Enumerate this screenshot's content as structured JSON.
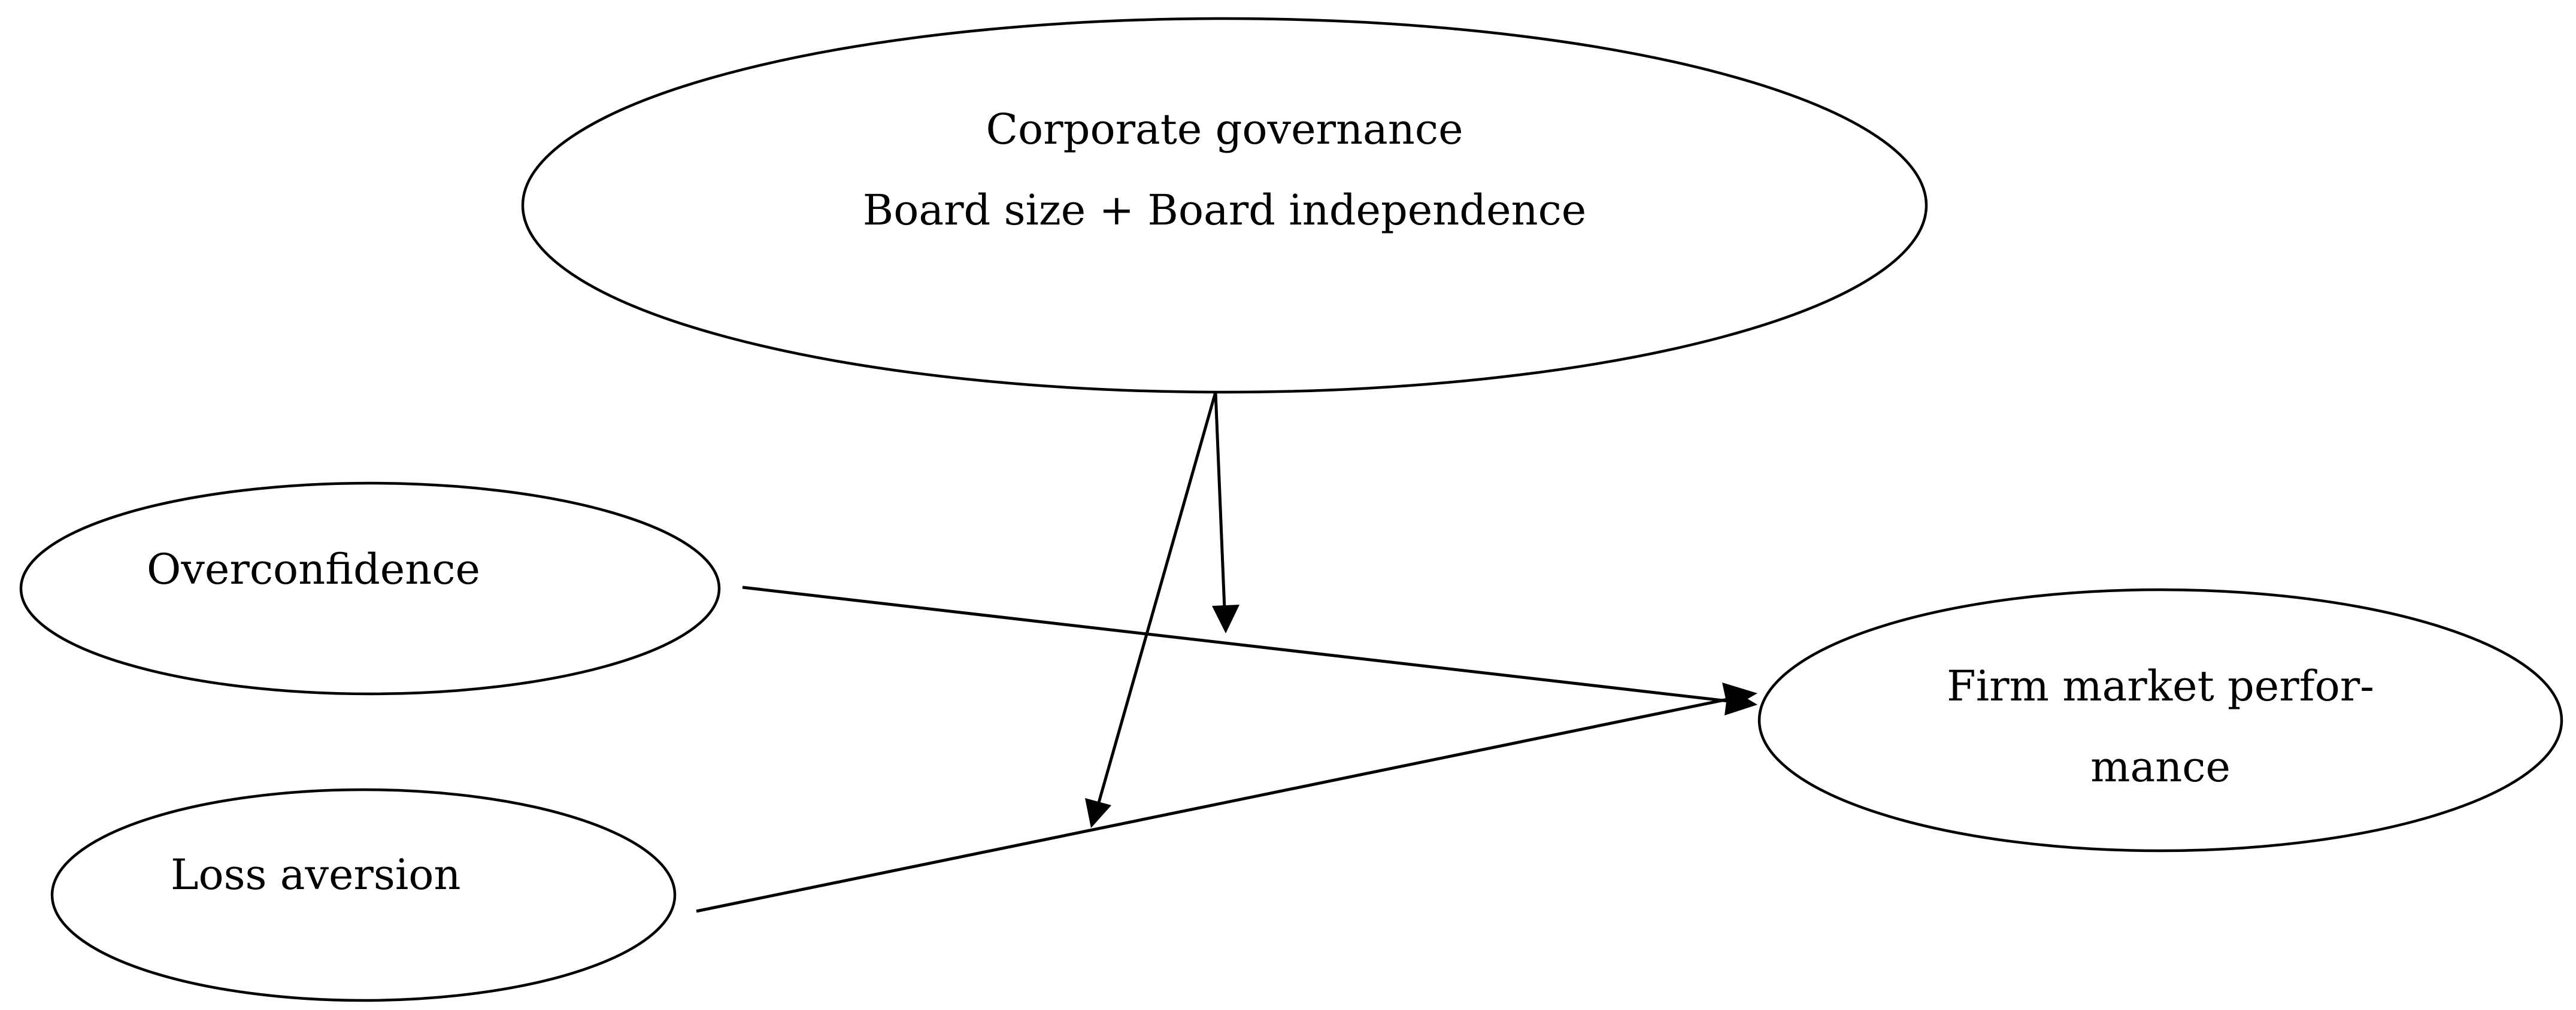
{
  "colors": {
    "background": "#ffffff",
    "stroke": "#000000",
    "text": "#000000"
  },
  "nodes": {
    "corporate_governance": {
      "line1": "Corporate governance",
      "line2": "Board size + Board independence"
    },
    "overconfidence": {
      "label": "Overconfidence"
    },
    "loss_aversion": {
      "label": "Loss aversion"
    },
    "firm_market_performance": {
      "line1": "Firm market perfor-",
      "line2": "mance"
    }
  },
  "edges": [
    {
      "from": "overconfidence",
      "to": "firm_market_performance"
    },
    {
      "from": "loss_aversion",
      "to": "firm_market_performance"
    },
    {
      "from": "corporate_governance",
      "to": "overconfidence-to-firm_market_performance"
    },
    {
      "from": "corporate_governance",
      "to": "loss_aversion-to-firm_market_performance"
    }
  ]
}
